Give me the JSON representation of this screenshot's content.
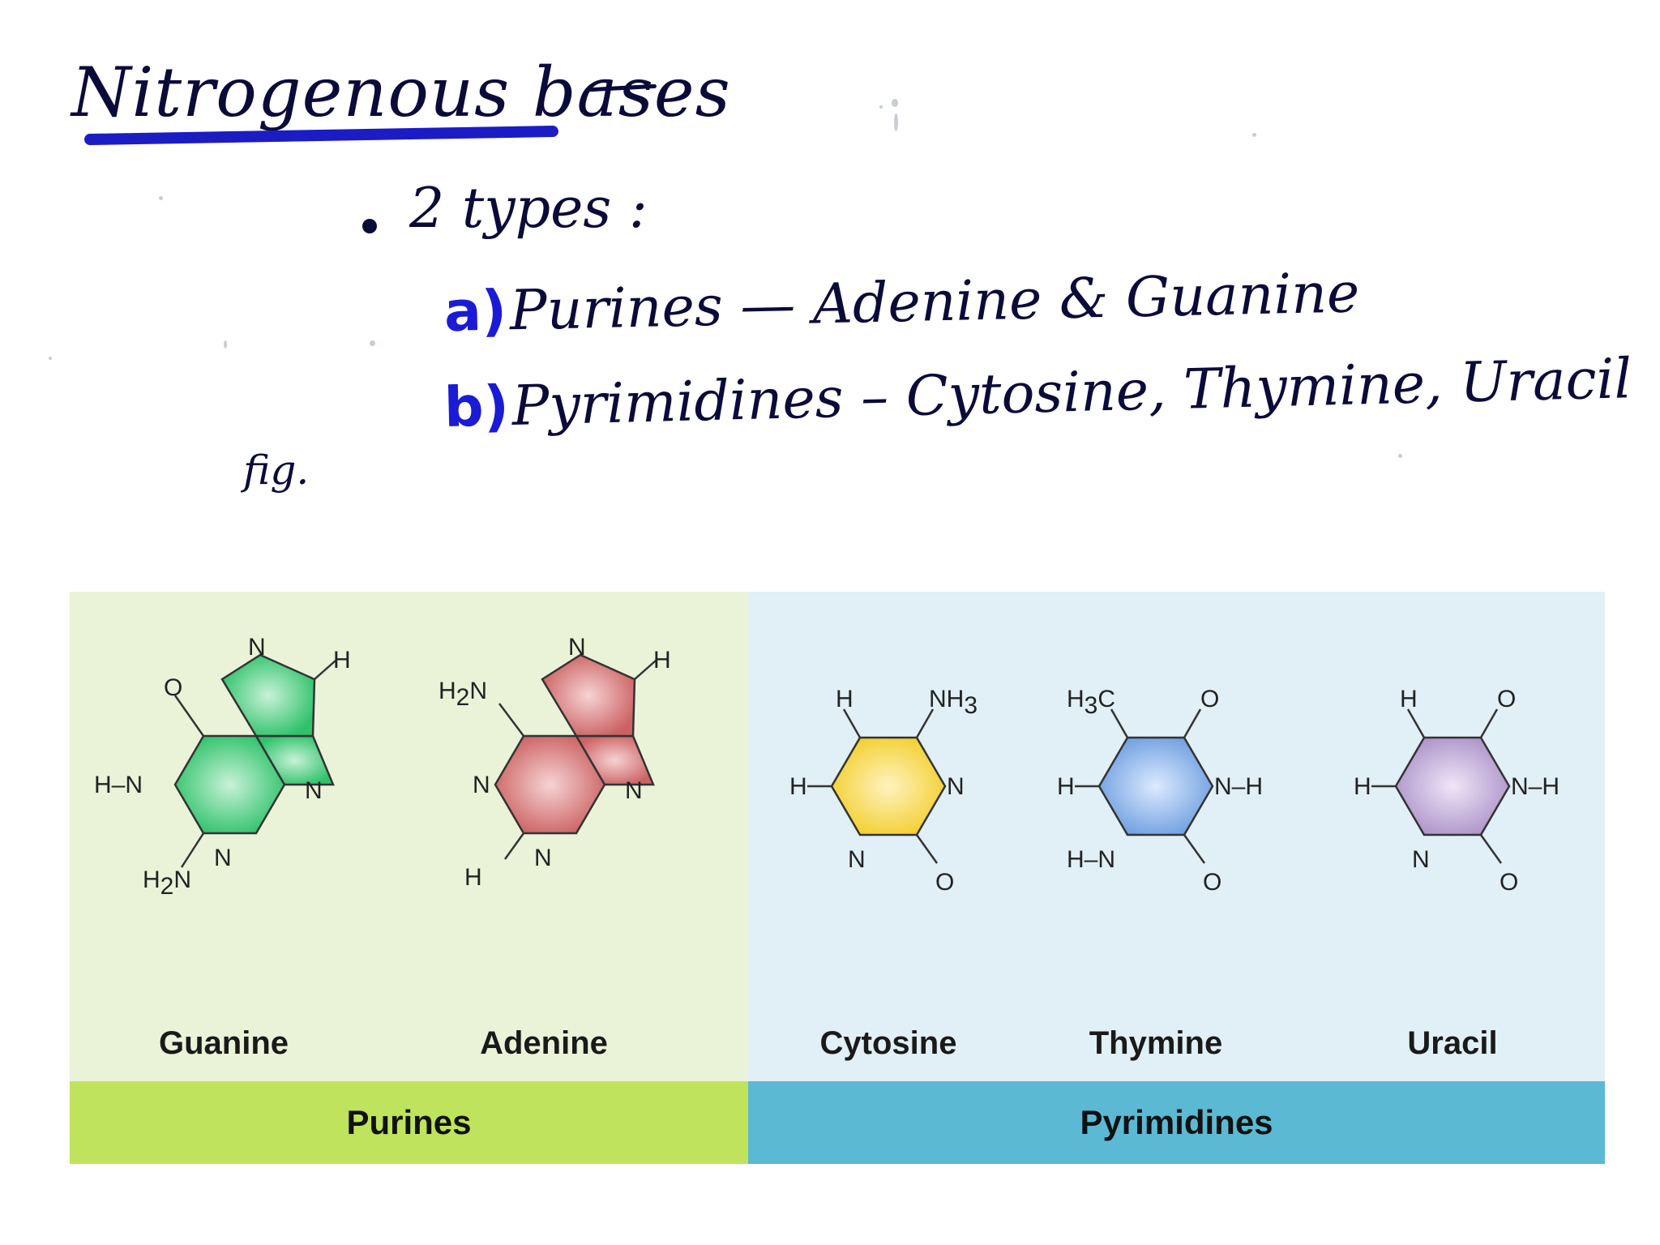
{
  "notes": {
    "title": "Nitrogenous bases",
    "types_line": "2 types :",
    "purines": {
      "marker": "a)",
      "text": "Purines — Adenine & Guanine"
    },
    "pyrimidines": {
      "marker": "b)",
      "text": "Pyrimidines – Cytosine, Thymine, Uracil"
    },
    "fig_label": "fig."
  },
  "figure": {
    "groups": {
      "purines": "Purines",
      "pyrimidines": "Pyrimidines"
    },
    "molecules": [
      {
        "name": "Guanine",
        "color": "#2fc26a"
      },
      {
        "name": "Adenine",
        "color": "#cc6263"
      },
      {
        "name": "Cytosine",
        "color": "#f2cf2f"
      },
      {
        "name": "Thymine",
        "color": "#6f9fe0"
      },
      {
        "name": "Uracil",
        "color": "#ad93c9"
      }
    ],
    "atoms": {
      "N": "N",
      "H": "H",
      "O": "O",
      "C": "C",
      "HN": "H–N",
      "NH": "N–H",
      "H2N_main": "H",
      "H2N_sub": "2",
      "H2N_tail": "N",
      "NH3_main": "NH",
      "NH3_sub": "3",
      "H3C_main": "H",
      "H3C_sub": "3",
      "H3C_tail": "C"
    }
  }
}
